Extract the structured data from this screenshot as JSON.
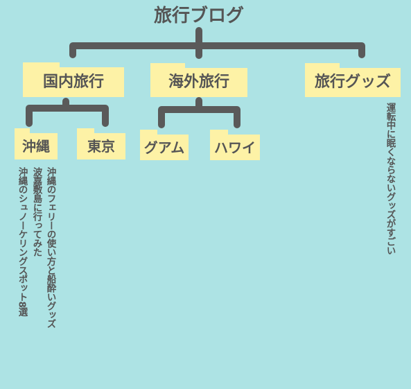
{
  "root": {
    "title": "旅行ブログ"
  },
  "categories": [
    {
      "label": "国内旅行",
      "children": [
        {
          "label": "沖縄",
          "articles": [
            "沖縄のシュノーケリングスポット8選",
            "波嘉敷島に行ってみた",
            "沖縄のフェリーの使い方と船酔いグッズ"
          ]
        },
        {
          "label": "東京"
        }
      ]
    },
    {
      "label": "海外旅行",
      "children": [
        {
          "label": "グアム"
        },
        {
          "label": "ハワイ"
        }
      ]
    },
    {
      "label": "旅行グッズ",
      "articles": [
        "運転中に眠くならないグッズがすごい"
      ]
    }
  ],
  "colors": {
    "background": "#ade3e4",
    "folder": "#fdf2a6",
    "line": "#5a5a5a",
    "text": "#555555"
  }
}
